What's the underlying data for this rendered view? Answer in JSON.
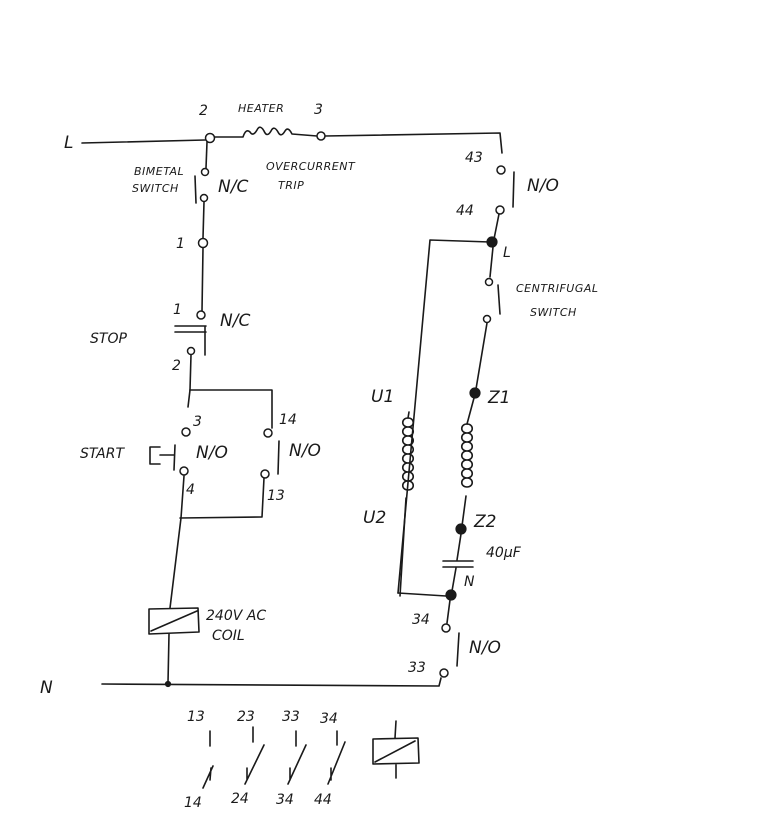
{
  "diagram": {
    "rails": {
      "line": "L",
      "neutral": "N"
    },
    "heater": {
      "label": "HEATER",
      "terminal_in": "2",
      "terminal_out": "3"
    },
    "bimetal": {
      "label_line1": "BIMETAL",
      "label_line2": "SWITCH",
      "type": "N/C",
      "note_line1": "OVERCURRENT",
      "note_line2": "TRIP",
      "terminal": "1"
    },
    "stop": {
      "label": "STOP",
      "type": "N/C",
      "terminal_top": "1",
      "terminal_bottom": "2"
    },
    "start": {
      "label": "START",
      "type": "N/O",
      "terminal_top": "3",
      "terminal_bottom": "4"
    },
    "hold": {
      "type": "N/O",
      "terminal_top": "14",
      "terminal_bottom": "13"
    },
    "coil": {
      "label_line1": "240V AC",
      "label_line2": "COIL"
    },
    "contact_43_44": {
      "terminal_top": "43",
      "terminal_bottom": "44",
      "type": "N/O"
    },
    "motor": {
      "node_l": "L",
      "centrifugal_line1": "CENTRIFUGAL",
      "centrifugal_line2": "SWITCH",
      "u1": "U1",
      "u2": "U2",
      "z1": "Z1",
      "z2": "Z2",
      "capacitor": "40µF",
      "node_n": "N"
    },
    "contact_33_34": {
      "terminal_top": "34",
      "terminal_bottom": "33",
      "type": "N/O"
    },
    "legend": {
      "top_labels": [
        "13",
        "23",
        "33",
        "34"
      ],
      "bottom_labels": [
        "14",
        "24",
        "34",
        "44"
      ]
    }
  }
}
